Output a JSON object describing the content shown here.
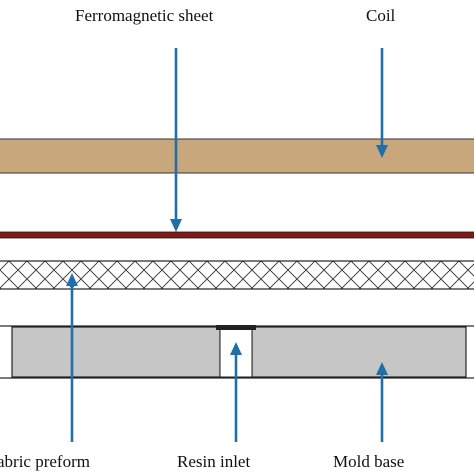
{
  "labels": {
    "ferromagnetic_sheet": "Ferromagnetic sheet",
    "coil": "Coil",
    "fabric_preform": "abric preform",
    "resin_inlet": "Resin inlet",
    "mold_base": "Mold base"
  },
  "colors": {
    "coil_fill": "#c8a77c",
    "ferromagnetic_sheet": "#7a1c1c",
    "mold_base_fill": "#c6c6c6",
    "arrow": "#1f6fa8",
    "outline": "#222222",
    "preform_hatch": "#333333"
  }
}
